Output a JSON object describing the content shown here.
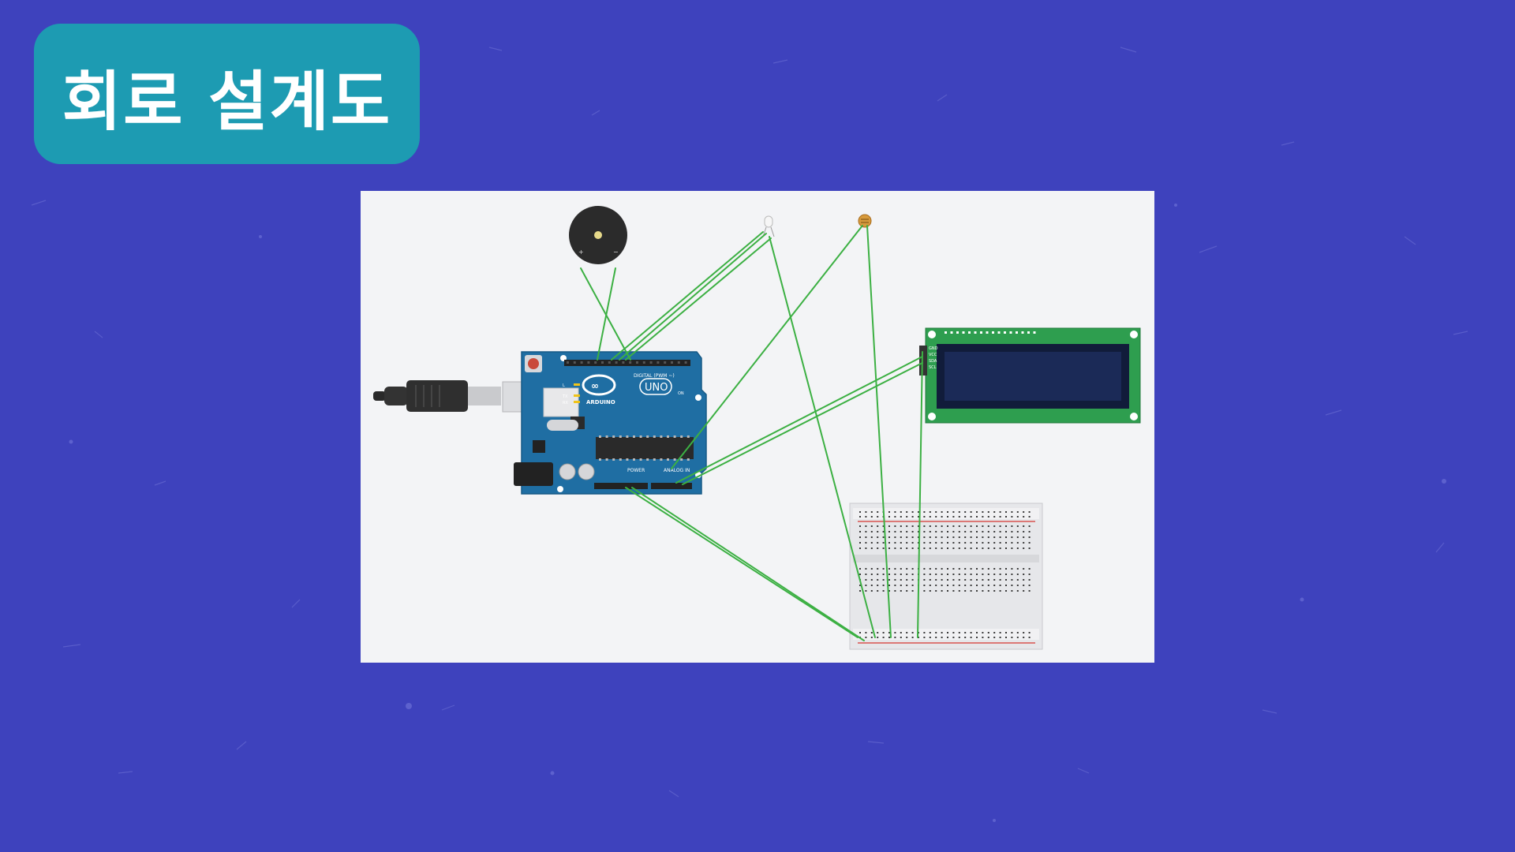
{
  "header": {
    "title": "회로 설계도"
  },
  "colors": {
    "background": "#3e42bd",
    "title_pill": "#1d9bb2",
    "canvas": "#f3f4f6",
    "wire": "#3cb043",
    "arduino_board": "#1f6ea3",
    "lcd_pcb": "#2e9e4f",
    "lcd_screen": "#1b2a57"
  },
  "arduino": {
    "brand": "ARDUINO",
    "model": "UNO",
    "digital_label": "DIGITAL (PWM ~)",
    "power_label": "POWER",
    "analog_label": "ANALOG IN",
    "led_labels": [
      "L",
      "TX",
      "RX"
    ],
    "on_label": "ON"
  },
  "lcd": {
    "pin_labels": [
      "GND",
      "VCC",
      "SDA",
      "SCL"
    ]
  },
  "components": {
    "buzzer": "piezo-buzzer",
    "led": "led",
    "photoresistor": "photoresistor",
    "lcd": "lcd-16x2-i2c",
    "breadboard": "half-breadboard",
    "usb": "usb-b-cable"
  }
}
